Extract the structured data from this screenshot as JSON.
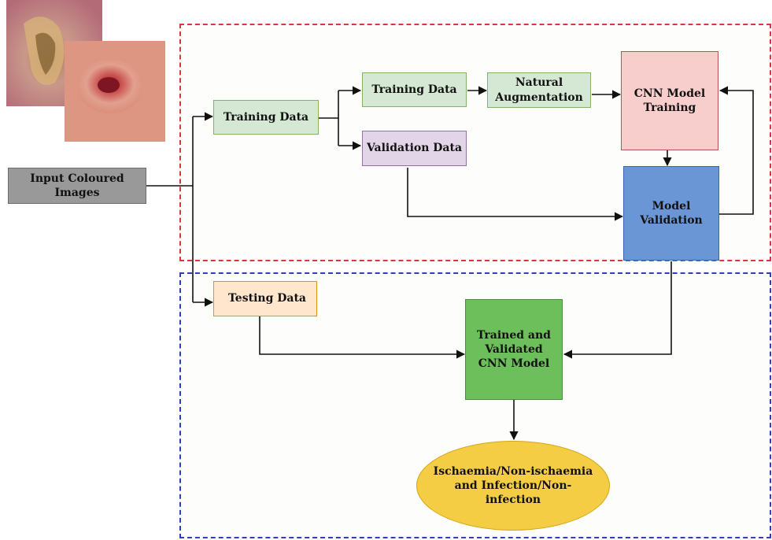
{
  "nodes": {
    "input": "Input Coloured Images",
    "training_data_1": "Training Data",
    "training_data_2": "Training Data",
    "validation_data": "Validation Data",
    "natural_augmentation": "Natural Augmentation",
    "cnn_training": "CNN Model Training",
    "model_validation": "Model Validation",
    "testing_data": "Testing Data",
    "trained_model": "Trained and Validated CNN Model",
    "output": "Ischaemia/Non-ischaemia and Infection/Non-infection"
  },
  "colors": {
    "train_region_border": "#d9363e",
    "test_region_border": "#2e3fb8",
    "cnn_training": "#f8cecc",
    "model_validation": "#6b96d6",
    "trained_model": "#6cbf5a",
    "output": "#f5cd45"
  }
}
